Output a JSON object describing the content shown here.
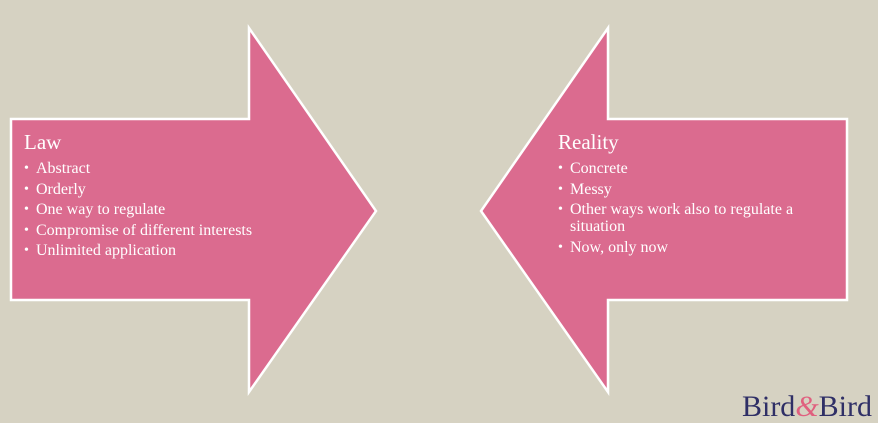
{
  "left_arrow": {
    "title": "Law",
    "items": [
      "Abstract",
      "Orderly",
      "One way to regulate",
      "Compromise of different interests",
      "Unlimited application"
    ]
  },
  "right_arrow": {
    "title": "Reality",
    "items": [
      "Concrete",
      "Messy",
      "Other ways work also to regulate a situation",
      "Now, only now"
    ]
  },
  "logo": {
    "part1": "Bird",
    "amp": "&",
    "part2": "Bird"
  },
  "colors": {
    "background": "#d6d2c2",
    "arrow_fill": "#db6b8f",
    "arrow_stroke": "#ffffff",
    "logo_text": "#2f2f66",
    "logo_amp": "#e0607f"
  }
}
